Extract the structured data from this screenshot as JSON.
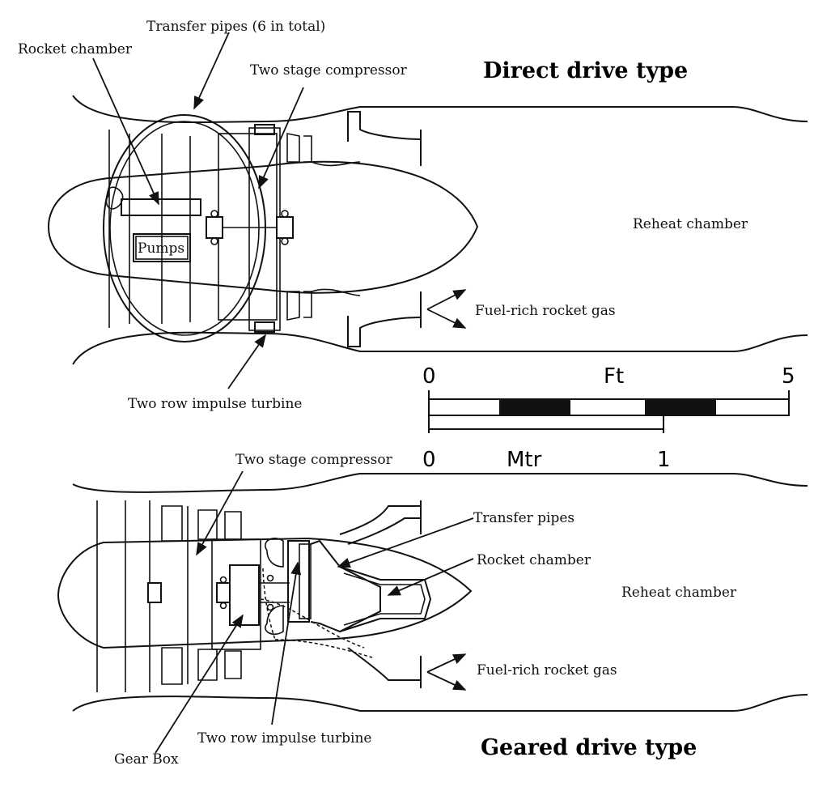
{
  "top": {
    "title": "Direct drive type",
    "labels": {
      "transfer_pipes": "Transfer pipes (6 in total)",
      "rocket_chamber": "Rocket chamber",
      "compressor": "Two stage compressor",
      "pumps": "Pumps",
      "reheat": "Reheat chamber",
      "fuel_gas": "Fuel-rich rocket gas",
      "turbine": "Two row impulse turbine"
    }
  },
  "scale": {
    "ft_label": "Ft",
    "ft_start": "0",
    "ft_end": "5",
    "mtr_label": "Mtr",
    "mtr_start": "0",
    "mtr_end": "1"
  },
  "bottom": {
    "title": "Geared drive type",
    "labels": {
      "compressor": "Two stage compressor",
      "transfer_pipes": "Transfer pipes",
      "rocket_chamber": "Rocket chamber",
      "reheat": "Reheat chamber",
      "fuel_gas": "Fuel-rich rocket gas",
      "turbine": "Two row impulse turbine",
      "gear_box": "Gear Box"
    }
  }
}
